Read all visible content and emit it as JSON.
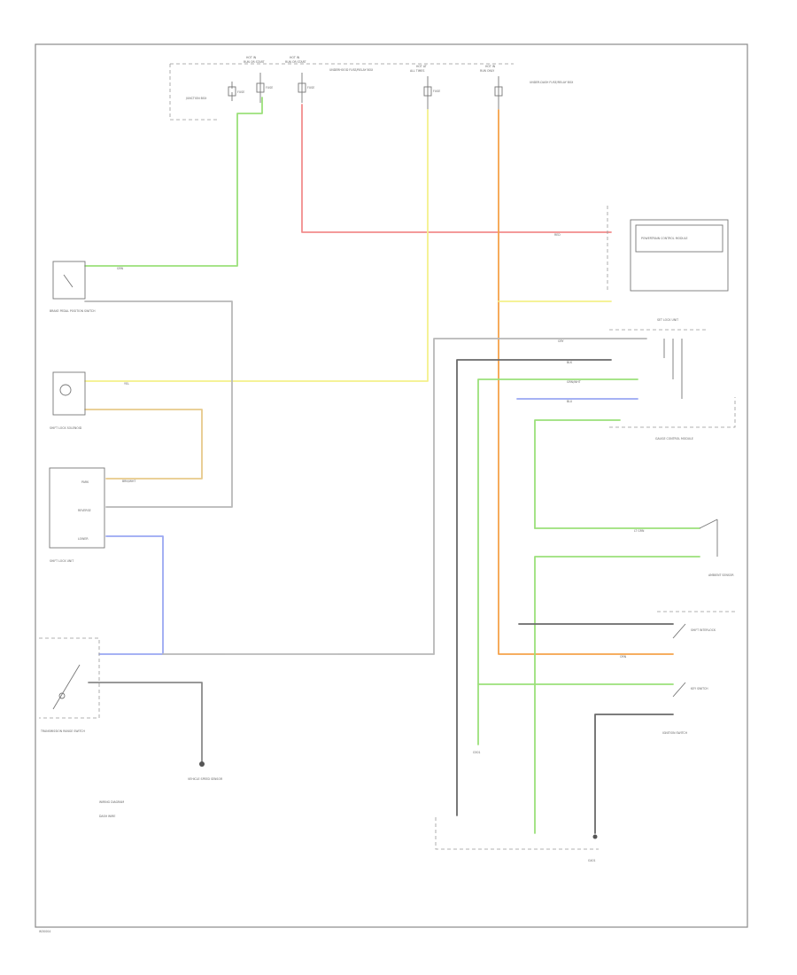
{
  "colors": {
    "green": "#9be07a",
    "red": "#f28c8c",
    "yellow": "#f4f08a",
    "orange": "#f5a24a",
    "gray": "#b8b8b8",
    "dark": "#6a6a6a",
    "blue": "#9aa7f2",
    "tan": "#e7c98a",
    "frame": "#8a8a8a"
  },
  "labels": {
    "fuse_hot_run_1": "HOT IN",
    "fuse_hot_run_1b": "RUN OR START",
    "fuse_hot_run_2": "HOT IN",
    "fuse_hot_run_2b": "RUN OR START",
    "fuse_hot_at_all_times": "HOT AT",
    "fuse_hot_at_all_times_b": "ALL TIMES",
    "fuse_hot_in_run": "HOT IN",
    "fuse_hot_in_run_b": "RUN ONLY",
    "junction_box": "JUNCTION BOX",
    "fuse_a": "FUSE",
    "fuse_b": "FUSE",
    "fuse_c": "FUSE",
    "fuse_d": "FUSE",
    "underhood_box": "UNDERHOOD FUSE/RELAY BOX",
    "underdash_box": "UNDER-DASH FUSE/RELAY BOX",
    "pcm_box": "POWERTRAIN CONTROL MODULE",
    "brake_pedal_sw": "BRAKE PEDAL POSITION SWITCH",
    "shift_lock_sol": "SHIFT LOCK SOLENOID",
    "shift_lock_unit": "SHIFT LOCK UNIT",
    "park": "PARK",
    "reverse": "REVERSE",
    "lower": "LOWER",
    "transmission_range": "TRANSMISSION RANGE SWITCH",
    "vss": "VEHICLE SPEED SENSOR",
    "gauge_ctrl": "GAUGE CONTROL MODULE",
    "set_lock_unit": "SET LOCK UNIT",
    "ambient_sensor": "AMBIENT SENSOR",
    "ignition_switch": "IGNITION SWITCH",
    "key_switch": "KEY SWITCH",
    "shift_interlock": "SHIFT INTERLOCK",
    "ground_g1": "G401",
    "ground_g2": "G501",
    "note_1": "WIRING DIAGRAM",
    "note_2": "DASH WIRE",
    "wire_grn": "GRN",
    "wire_red": "RED",
    "wire_yel": "YEL",
    "wire_orn": "ORN",
    "wire_blu": "BLU",
    "wire_gry": "GRY",
    "wire_blk": "BLK",
    "wire_brn": "BRN/WHT",
    "wire_grnwht": "GRN/WHT",
    "wire_lt_grn": "LT GRN",
    "footer": "W30004"
  }
}
